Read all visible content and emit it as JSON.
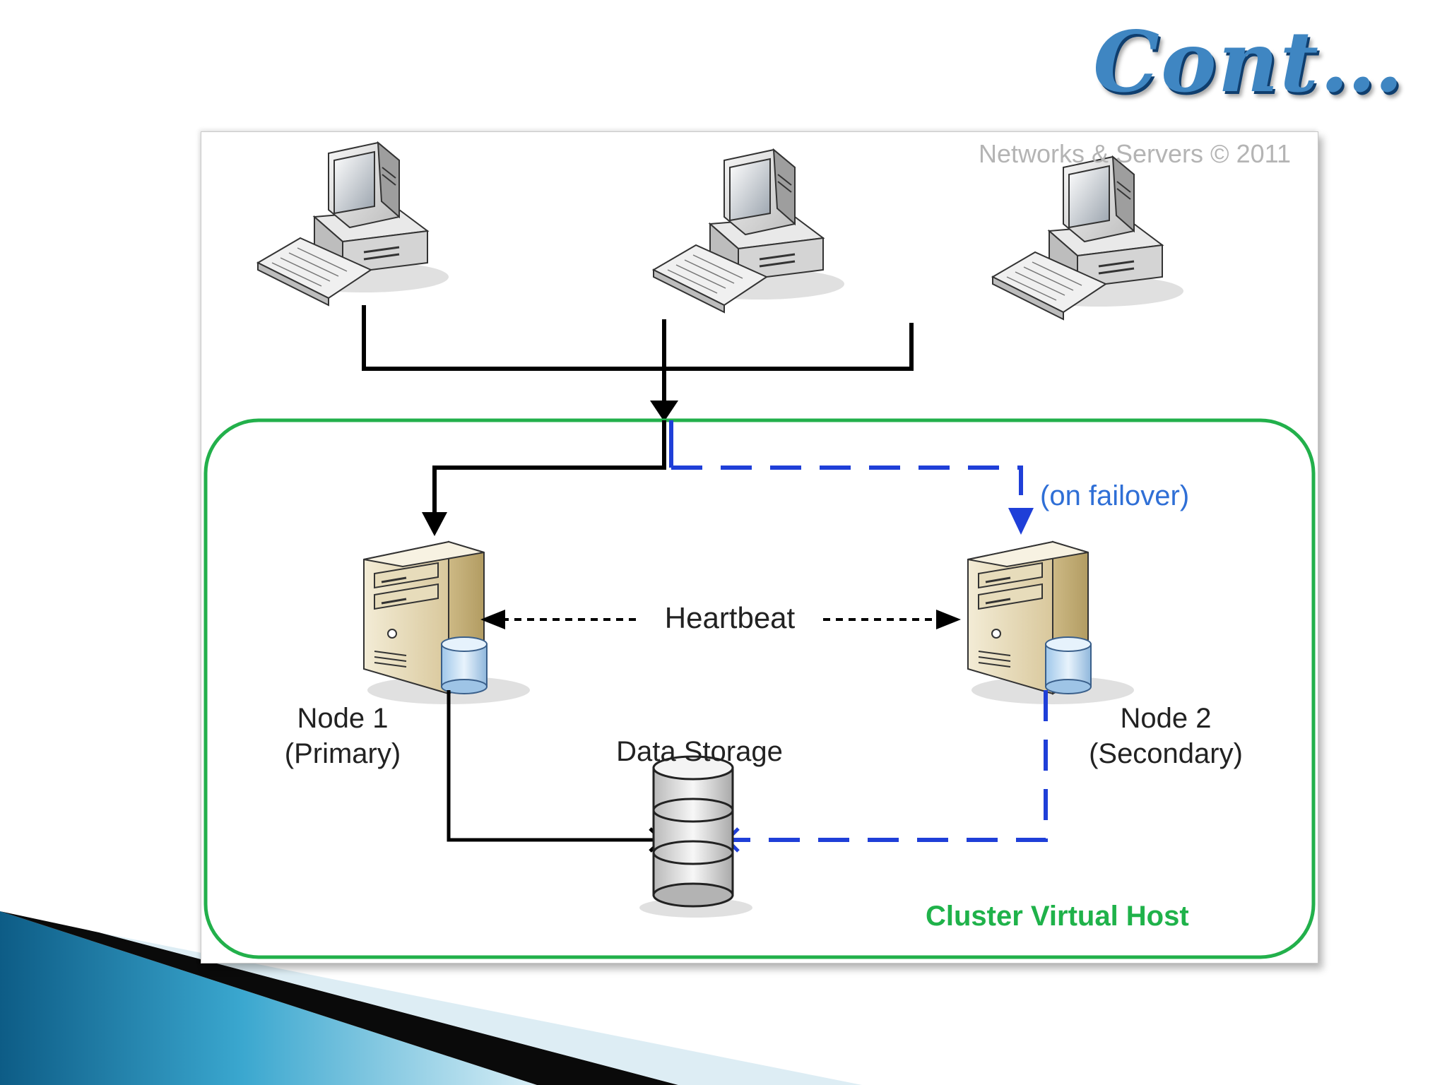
{
  "slide": {
    "title": "Cont…"
  },
  "diagram": {
    "copyright": "Networks & Servers © 2011",
    "labels": {
      "node1_name": "Node 1",
      "node1_role": "(Primary)",
      "node2_name": "Node 2",
      "node2_role": "(Secondary)",
      "storage": "Data Storage",
      "heartbeat": "Heartbeat",
      "failover": "(on failover)",
      "cluster": "Cluster Virtual Host"
    },
    "colors": {
      "cluster_border": "#22b04b",
      "failover_line": "#1f3fd8",
      "solid_line": "#000000"
    },
    "icons": [
      "client-computer-icon",
      "server-icon",
      "database-icon"
    ]
  }
}
